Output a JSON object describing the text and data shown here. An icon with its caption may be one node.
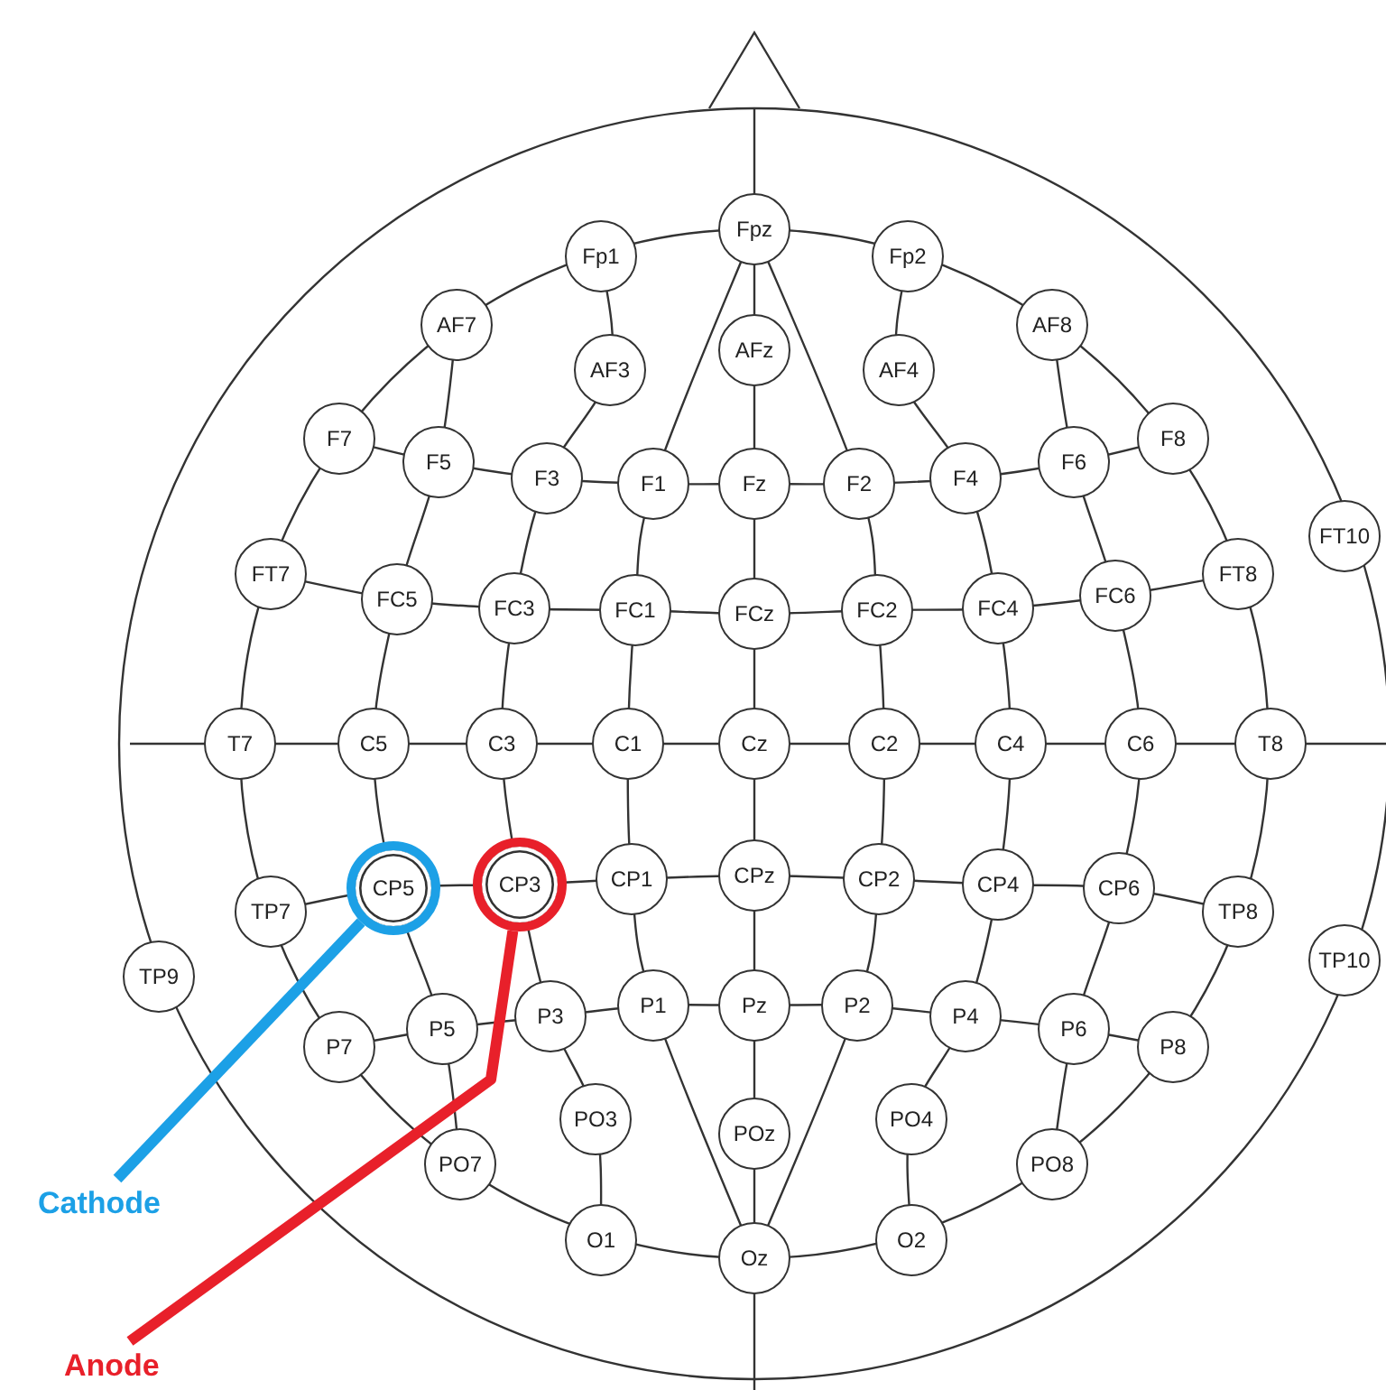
{
  "diagram": {
    "nodes": [
      {
        "text": [
          "Fp1"
        ]
      },
      {
        "text": [
          "Fpz"
        ]
      },
      {
        "text": [
          "Fp2"
        ]
      },
      {
        "text": [
          "AF7"
        ]
      },
      {
        "text": [
          "AF3"
        ]
      },
      {
        "text": [
          "AFz"
        ]
      },
      {
        "text": [
          "AF4"
        ]
      },
      {
        "text": [
          "AF8"
        ]
      },
      {
        "text": [
          "F7"
        ]
      },
      {
        "text": [
          "F5"
        ]
      },
      {
        "text": [
          "F3"
        ]
      },
      {
        "text": [
          "F1"
        ]
      },
      {
        "text": [
          "Fz"
        ]
      },
      {
        "text": [
          "F2"
        ]
      },
      {
        "text": [
          "F4"
        ]
      },
      {
        "text": [
          "F6"
        ]
      },
      {
        "text": [
          "F8"
        ]
      },
      {
        "text": [
          "FT7"
        ]
      },
      {
        "text": [
          "FC5"
        ]
      },
      {
        "text": [
          "FC3"
        ]
      },
      {
        "text": [
          "FC1"
        ]
      },
      {
        "text": [
          "FCz"
        ]
      },
      {
        "text": [
          "FC2"
        ]
      },
      {
        "text": [
          "FC4"
        ]
      },
      {
        "text": [
          "FC6"
        ]
      },
      {
        "text": [
          "FT8"
        ]
      },
      {
        "text": [
          "FT10"
        ]
      },
      {
        "text": [
          "T7"
        ]
      },
      {
        "text": [
          "C5"
        ]
      },
      {
        "text": [
          "C3"
        ]
      },
      {
        "text": [
          "C1"
        ]
      },
      {
        "text": [
          "Cz"
        ]
      },
      {
        "text": [
          "C2"
        ]
      },
      {
        "text": [
          "C4"
        ]
      },
      {
        "text": [
          "C6"
        ]
      },
      {
        "text": [
          "T8"
        ]
      },
      {
        "text": [
          "TP9"
        ]
      },
      {
        "text": [
          "TP7"
        ]
      },
      {
        "text": [
          "CP5"
        ]
      },
      {
        "text": [
          "CP3"
        ]
      },
      {
        "text": [
          "CP1"
        ]
      },
      {
        "text": [
          "CPz"
        ]
      },
      {
        "text": [
          "CP2"
        ]
      },
      {
        "text": [
          "CP4"
        ]
      },
      {
        "text": [
          "CP6"
        ]
      },
      {
        "text": [
          "TP8"
        ]
      },
      {
        "text": [
          "TP10"
        ]
      },
      {
        "text": [
          "P7"
        ]
      },
      {
        "text": [
          "P5"
        ]
      },
      {
        "text": [
          "P3"
        ]
      },
      {
        "text": [
          "P1"
        ]
      },
      {
        "text": [
          "Pz"
        ]
      },
      {
        "text": [
          "P2"
        ]
      },
      {
        "text": [
          "P4"
        ]
      },
      {
        "text": [
          "P6"
        ]
      },
      {
        "text": [
          "P8"
        ]
      },
      {
        "text": [
          "PO7"
        ]
      },
      {
        "text": [
          "PO3"
        ]
      },
      {
        "text": [
          "POz"
        ]
      },
      {
        "text": [
          "PO4"
        ]
      },
      {
        "text": [
          "PO8"
        ]
      },
      {
        "text": [
          "O1"
        ]
      },
      {
        "text": [
          "Oz"
        ]
      },
      {
        "text": [
          "O2"
        ]
      },
      {
        "text": [
          "Cathode"
        ]
      },
      {
        "text": [
          "Anode"
        ]
      }
    ],
    "edges": [
      {
        "from": 64,
        "to": 38,
        "arrow": "none",
        "color": "#1ca0e6"
      },
      {
        "from": 65,
        "to": 39,
        "arrow": "none",
        "color": "#e8202a"
      }
    ]
  }
}
